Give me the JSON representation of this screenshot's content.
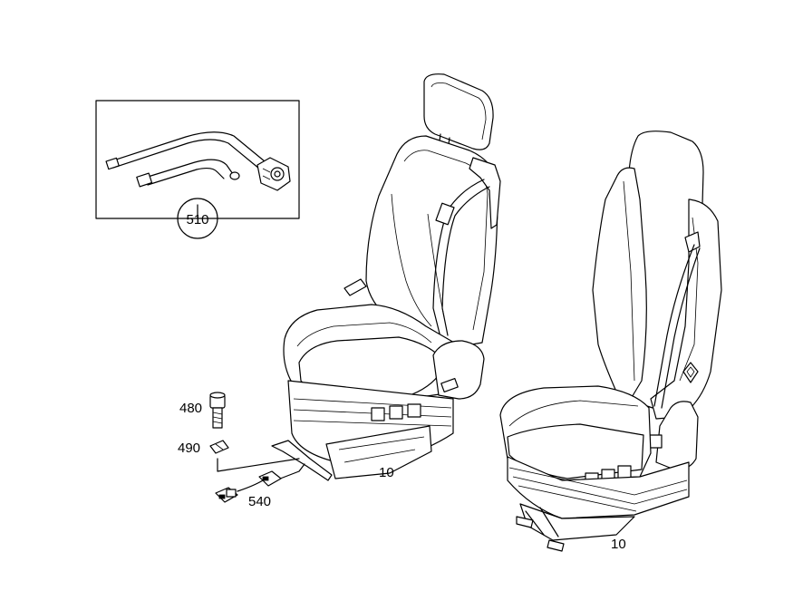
{
  "parts": [
    {
      "id": "p510",
      "label": "510"
    },
    {
      "id": "p480",
      "label": "480"
    },
    {
      "id": "p490",
      "label": "490"
    },
    {
      "id": "p540",
      "label": "540"
    },
    {
      "id": "p10a",
      "label": "10"
    },
    {
      "id": "p10b",
      "label": "10"
    }
  ]
}
